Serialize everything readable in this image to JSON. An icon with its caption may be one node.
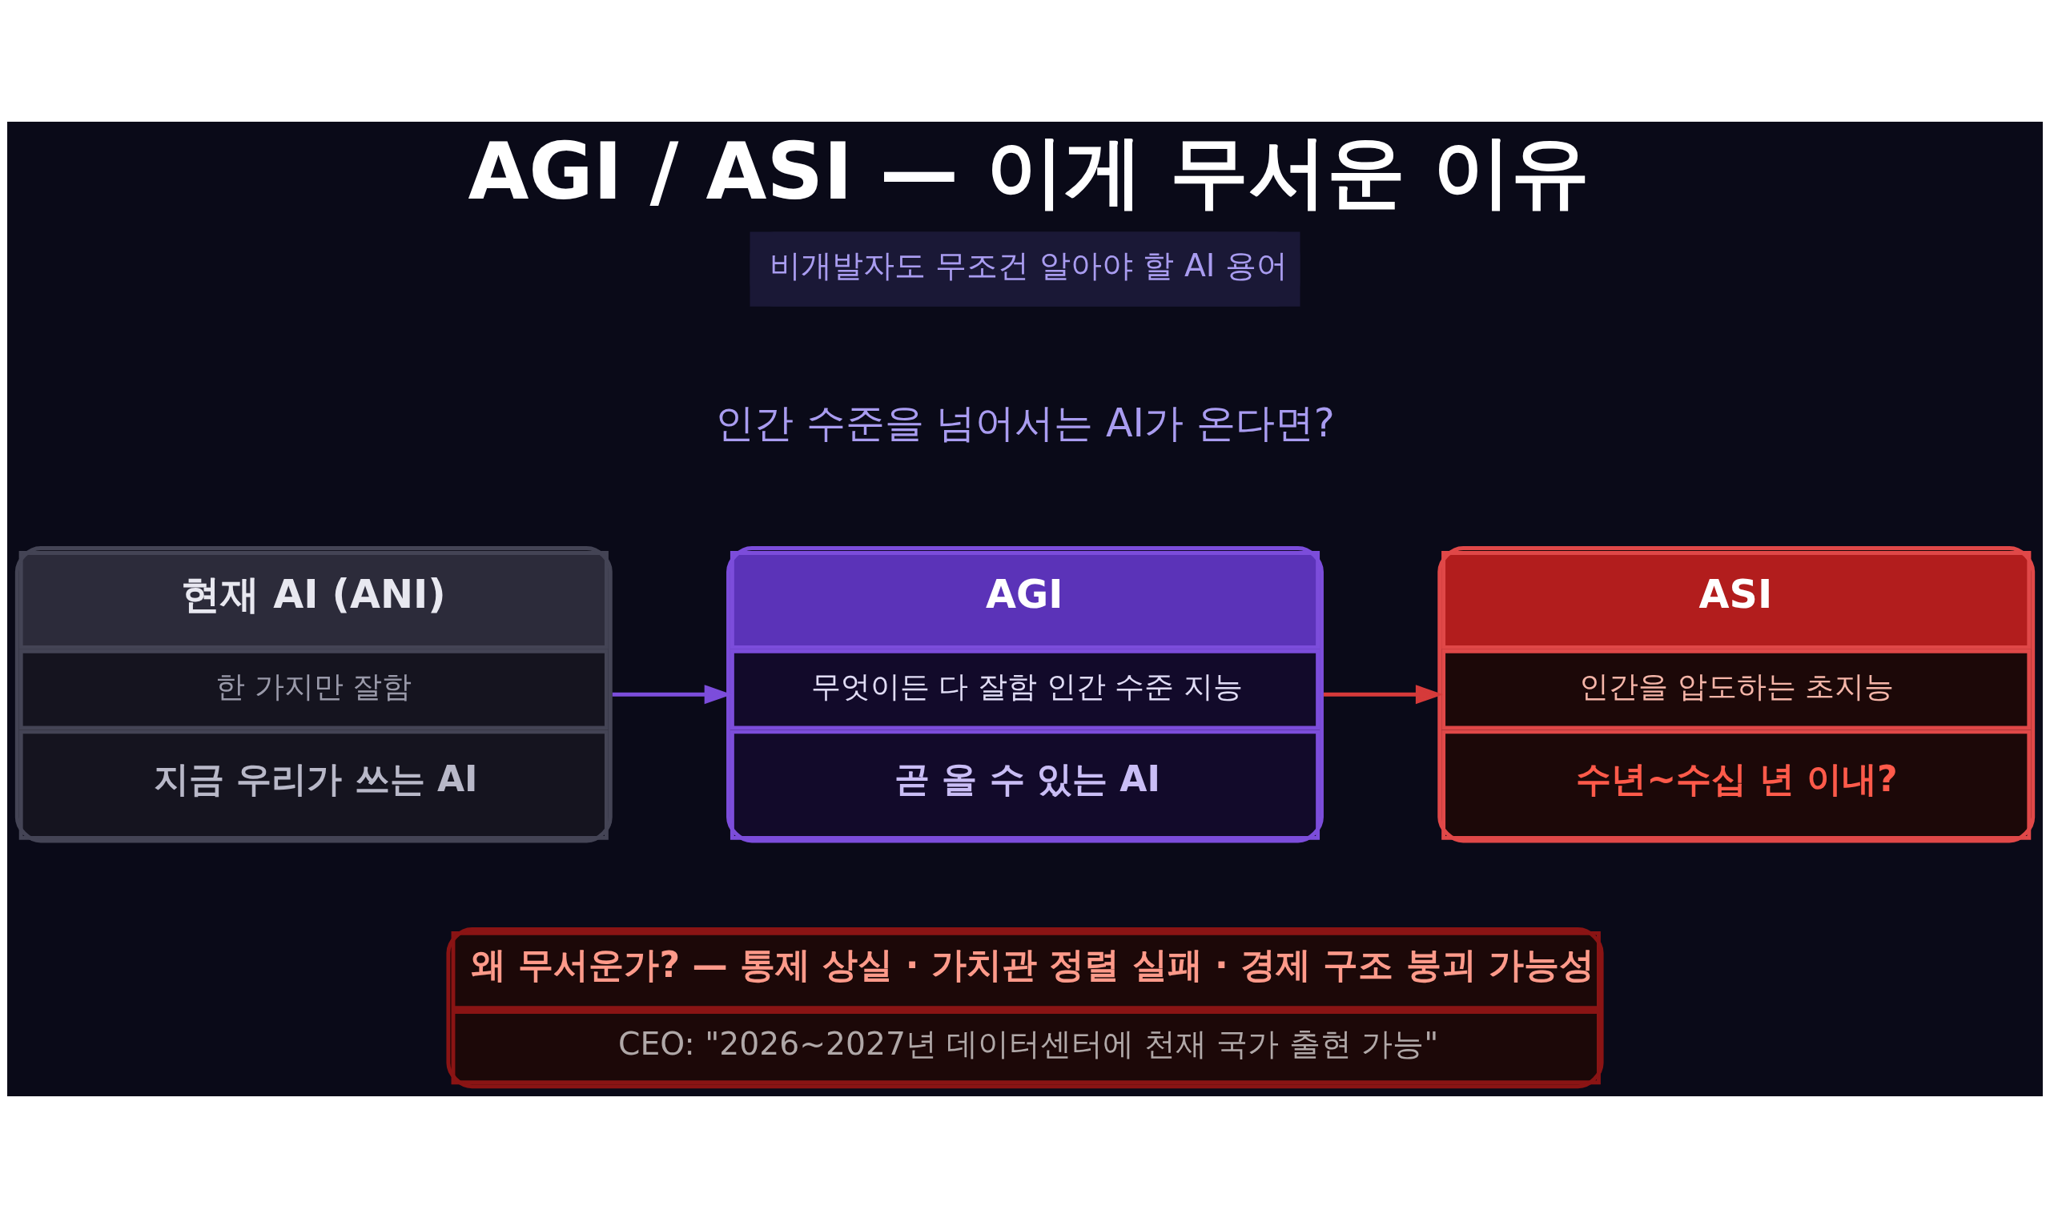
{
  "diagram": {
    "title": "AGI / ASI — 이게 무서운 이유",
    "nodes": [
      {
        "text": [
          "비개발자도 무조건 알아야 할 AI 용어"
        ]
      },
      {
        "text": [
          "현재 AI (ANI)",
          "한 가지만 잘함",
          "지금 우리가 쓰는 AI"
        ]
      },
      {
        "text": [
          "AGI",
          "무엇이든 다 잘함 인간 수준 지능",
          "곧 올 수 있는 AI"
        ]
      },
      {
        "text": [
          "ASI",
          "인간을 압도하는 초지능",
          "수년~수십 년 이내?"
        ]
      },
      {
        "text": [
          "왜 무서운가? — 통제 상실 · 가치관 정렬 실패 · 경제 구조 붕괴 가능성",
          "CEO: \"2026~2027년 데이터센터에 천재 국가 출현 가능\""
        ]
      }
    ],
    "edges": [
      {
        "from": 1,
        "to": 2,
        "arrow": "to",
        "color": "#7c4ddb"
      },
      {
        "from": 2,
        "to": 3,
        "arrow": "to",
        "color": "#d63a3a"
      }
    ],
    "labels": [
      "인간 수준을 넘어서는 AI가 온다면?"
    ]
  }
}
